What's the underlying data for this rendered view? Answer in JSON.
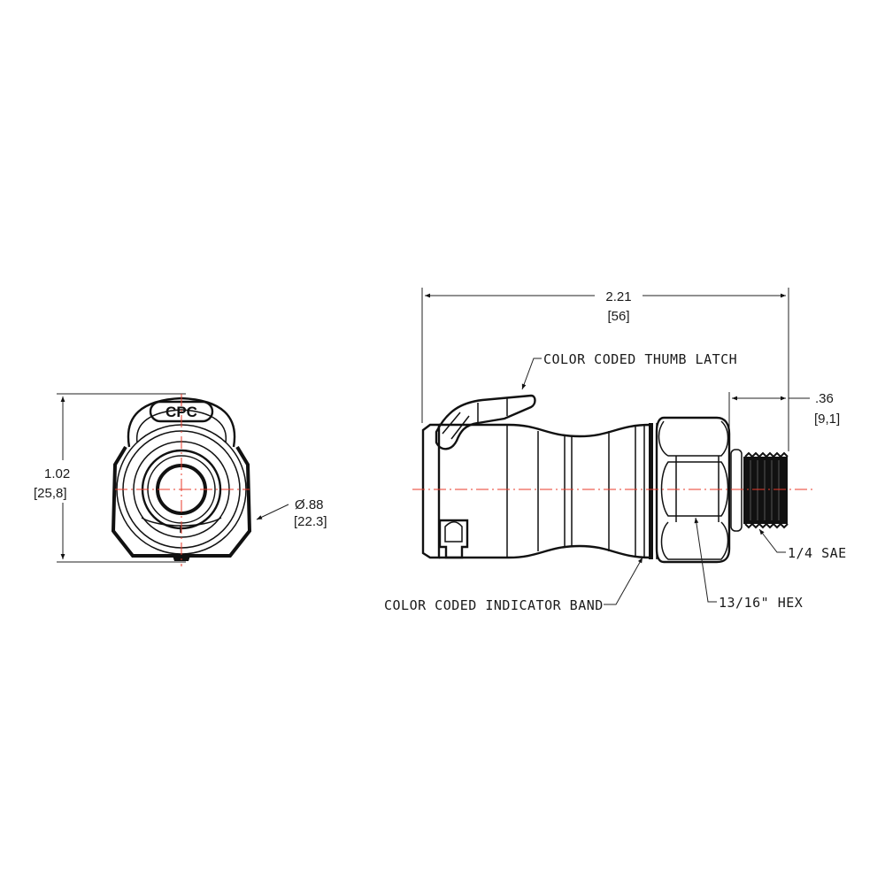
{
  "drawing": {
    "colors": {
      "line": "#111111",
      "centerline": "#e83a2a",
      "background": "#ffffff"
    },
    "end_view": {
      "logo_text": "CPC",
      "height_dim": {
        "inch": "1.02",
        "mm": "[25,8]"
      },
      "diameter_dim": {
        "inch": "Ø.88",
        "mm": "[22.3]"
      }
    },
    "side_view": {
      "length_dim": {
        "inch": "2.21",
        "mm": "[56]"
      },
      "thread_length_dim": {
        "inch": ".36",
        "mm": "[9,1]"
      },
      "callouts": {
        "thumb_latch": "COLOR CODED THUMB LATCH",
        "indicator_band": "COLOR CODED INDICATOR BAND",
        "hex": "13/16\" HEX",
        "thread": "1/4 SAE"
      }
    }
  }
}
